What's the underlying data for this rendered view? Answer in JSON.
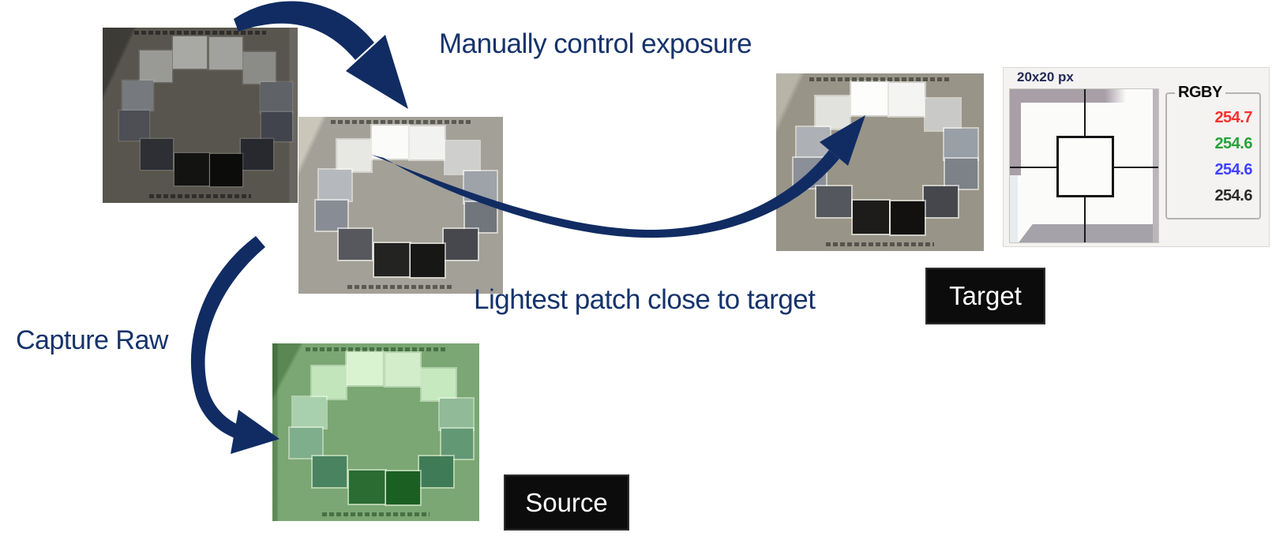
{
  "labels": {
    "manual_exposure": "Manually control exposure",
    "lightest_patch": "Lightest patch close to target",
    "capture_raw": "Capture Raw",
    "target": "Target",
    "source": "Source"
  },
  "inspector": {
    "crop_size_label": "20x20 px",
    "rgby": {
      "title": "RGBY",
      "values": [
        {
          "channel": "red",
          "value": "254.7",
          "color": "#f73030"
        },
        {
          "channel": "green",
          "value": "254.6",
          "color": "#28a03c"
        },
        {
          "channel": "blue",
          "value": "254.6",
          "color": "#4040ff"
        },
        {
          "channel": "luma",
          "value": "254.6",
          "color": "#2b2b2b"
        }
      ]
    }
  },
  "charts": {
    "underexposed": {
      "background": "#57554d",
      "patches": [
        "#a8a8a4",
        "#a1a19d",
        "#999a96",
        "#8b8c88",
        "#767a7e",
        "#5f6367",
        "#4d4f55",
        "#41444c",
        "#2d2f35",
        "#27292f",
        "#131312",
        "#0c0c0b"
      ]
    },
    "exposed": {
      "background": "#a3a098",
      "patches": [
        "#fbfbf9",
        "#f2f2f0",
        "#e7e7e3",
        "#cfd0cd",
        "#b5b9be",
        "#9ea3aa",
        "#888c94",
        "#71767d",
        "#56585e",
        "#46484e",
        "#232322",
        "#171716"
      ]
    },
    "target": {
      "background": "#989488",
      "patches": [
        "#fdfdfb",
        "#f4f4f2",
        "#e1e1dd",
        "#c9cac7",
        "#adb1b6",
        "#999fa7",
        "#8b8f97",
        "#7d8188",
        "#54575d",
        "#45474d",
        "#1d1c1a",
        "#121110"
      ]
    },
    "source_raw": {
      "background": "#7aa773",
      "patches": [
        "#d9f3d1",
        "#d1edc9",
        "#c2e5bb",
        "#c6e9bf",
        "#a9d0ae",
        "#90ba98",
        "#7fae8c",
        "#639875",
        "#4a8360",
        "#3f7b56",
        "#2a6c32",
        "#1c5f23"
      ]
    }
  },
  "colors": {
    "annotation_navy": "#16336b",
    "arrow_navy": "#112c63"
  }
}
